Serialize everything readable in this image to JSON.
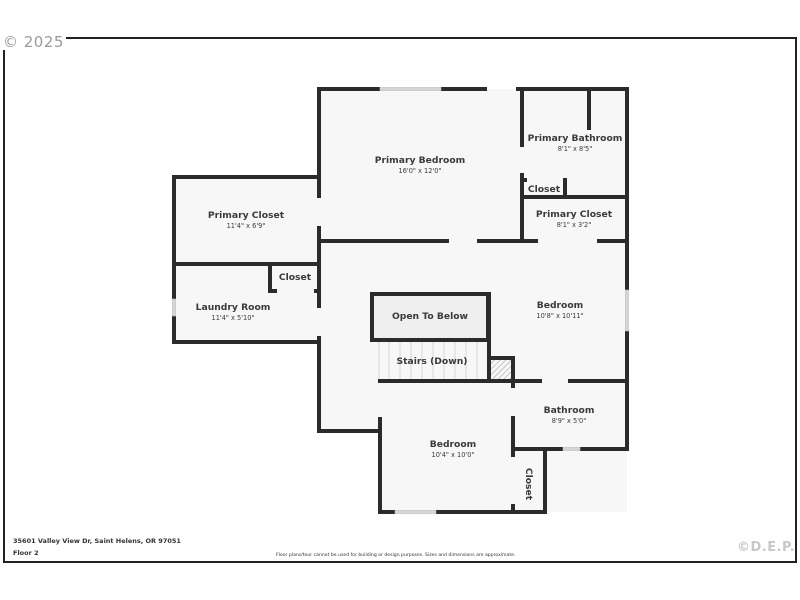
{
  "header": {
    "copyright": "© 2025"
  },
  "footer": {
    "address": "35601 Valley View Dr, Saint Helens, OR 97051",
    "floor": "Floor 2",
    "disclaimer": "Floor plans/tour cannot be used for building or design purposes. Sizes and dimensions are approximate.",
    "watermark": "©D.E.P."
  },
  "colors": {
    "wall": "#2b2b2b",
    "floor": "#f7f7f7",
    "open_to_below": "#efefef",
    "window": "#d6d6d6",
    "frame": "#222222"
  },
  "rooms": {
    "primary_bedroom": {
      "name": "Primary Bedroom",
      "dims": "16'0\" x 12'0\""
    },
    "primary_bathroom": {
      "name": "Primary Bathroom",
      "dims": "8'1\" x 8'5\""
    },
    "bath_closet": {
      "name": "Closet"
    },
    "primary_closet_right": {
      "name": "Primary Closet",
      "dims": "8'1\" x 3'2\""
    },
    "primary_closet_left": {
      "name": "Primary Closet",
      "dims": "11'4\" x 6'9\""
    },
    "laundry_closet": {
      "name": "Closet"
    },
    "laundry_room": {
      "name": "Laundry Room",
      "dims": "11'4\" x 5'10\""
    },
    "open_to_below": {
      "name": "Open To Below"
    },
    "stairs": {
      "name": "Stairs (Down)"
    },
    "bedroom_right": {
      "name": "Bedroom",
      "dims": "10'8\" x 10'11\""
    },
    "bathroom": {
      "name": "Bathroom",
      "dims": "8'9\" x 5'0\""
    },
    "bedroom_bottom": {
      "name": "Bedroom",
      "dims": "10'4\" x 10'0\""
    },
    "bedroom_closet": {
      "name": "Closet"
    }
  }
}
